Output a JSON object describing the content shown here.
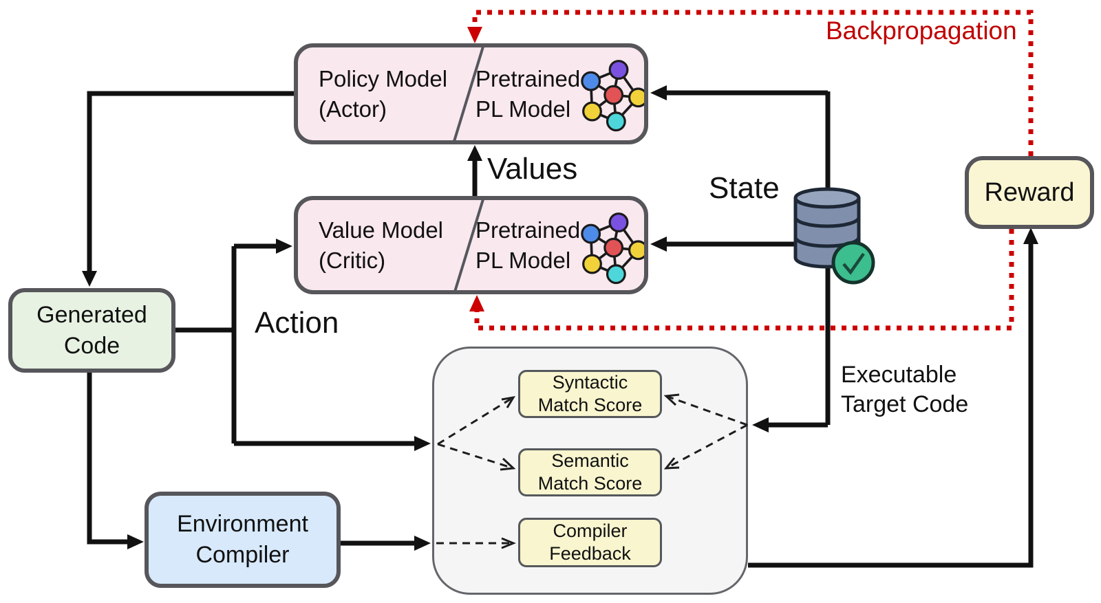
{
  "diagram": {
    "policy_box": {
      "left_line1": "Policy Model",
      "left_line2": "(Actor)",
      "right_line1": "Pretrained",
      "right_line2": "PL Model"
    },
    "value_box": {
      "left_line1": "Value Model",
      "left_line2": "(Critic)",
      "right_line1": "Pretrained",
      "right_line2": "PL Model"
    },
    "reward_box": {
      "label": "Reward"
    },
    "generated_box": {
      "line1": "Generated",
      "line2": "Code"
    },
    "compiler_box": {
      "line1": "Environment",
      "line2": "Compiler"
    },
    "score_boxes": {
      "syntactic": {
        "line1": "Syntactic",
        "line2": "Match Score"
      },
      "semantic": {
        "line1": "Semantic",
        "line2": "Match Score"
      },
      "feedback": {
        "line1": "Compiler",
        "line2": "Feedback"
      }
    },
    "labels": {
      "values": "Values",
      "state": "State",
      "action": "Action",
      "backpropagation": "Backpropagation",
      "exec_line1": "Executable",
      "exec_line2": "Target Code"
    }
  },
  "colors": {
    "model_box_fill": "#F9E8EE",
    "model_box_border": "#56565B",
    "reward_fill": "#FAF6D3",
    "generated_fill": "#E7F2E2",
    "compiler_fill": "#D7E9FB",
    "score_fill": "#F8F5CF",
    "container_fill": "#F5F5F6",
    "connector_black": "#111111",
    "backprop_red": "#CC0000",
    "backprop_text_red": "#C00000",
    "nn_blue": "#4E8BE8",
    "nn_purple": "#7B52E0",
    "nn_red": "#E25356",
    "nn_yellow": "#F2D23B",
    "nn_cyan": "#4ED7DB",
    "db_body": "#8090AC",
    "db_top": "#97A4BD",
    "check_green": "#3DBE8E"
  },
  "icons": {
    "policy_icon": "neural-network-icon",
    "value_icon": "neural-network-icon",
    "state_icon": "database-check-icon"
  }
}
